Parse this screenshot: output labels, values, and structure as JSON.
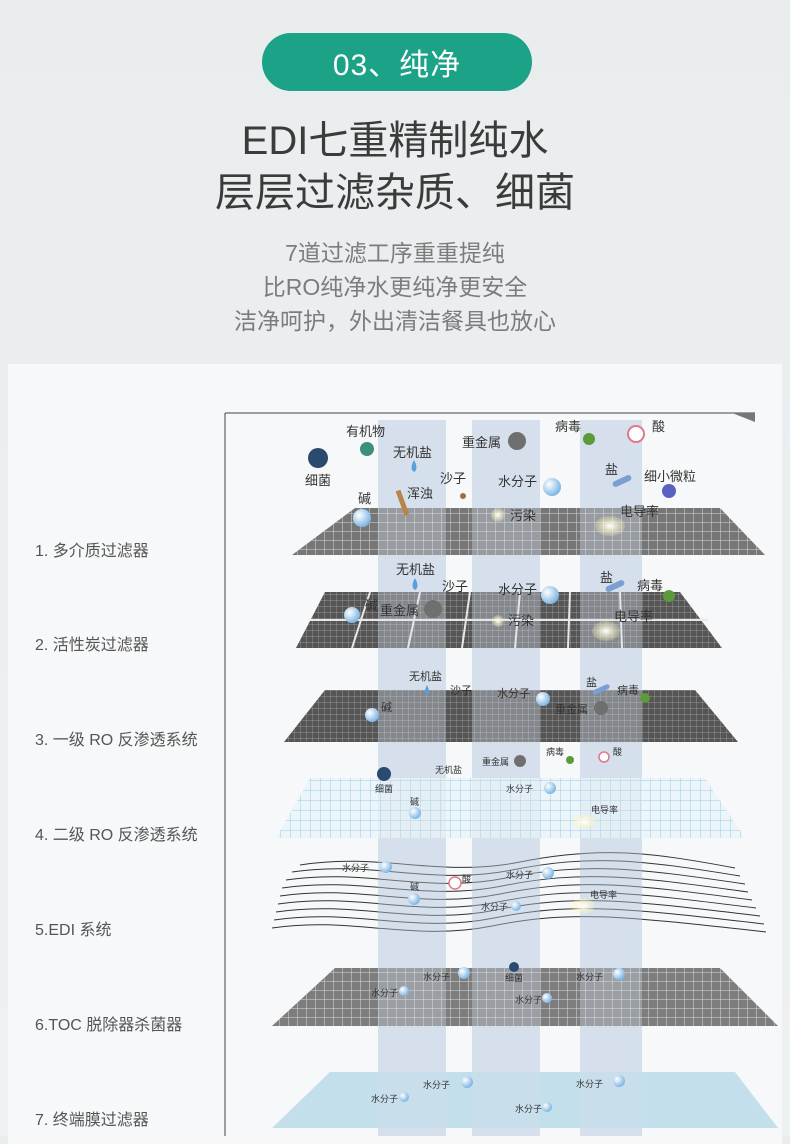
{
  "badge": "03、纯净",
  "headline": [
    "EDI七重精制纯水",
    "层层过滤杂质、细菌"
  ],
  "subtitle": [
    "7道过滤工序重重提纯",
    "比RO纯净水更纯净更安全",
    "洁净呵护，外出清洁餐具也放心"
  ],
  "steps": [
    "1. 多介质过滤器",
    "2. 活性炭过滤器",
    "3. 一级 RO 反渗透系统",
    "4. 二级 RO 反渗透系统",
    "5.EDI 系统",
    "6.TOC 脱除器杀菌器",
    "7. 终端膜过滤器"
  ],
  "particles": {
    "l0": [
      "有机物",
      "细菌",
      "无机盐",
      "重金属",
      "病毒",
      "酸",
      "碱",
      "浑浊",
      "沙子",
      "水分子",
      "盐",
      "细小微粒",
      "污染",
      "电导率"
    ],
    "l1": [
      "无机盐",
      "沙子",
      "水分子",
      "盐",
      "病毒",
      "碱",
      "重金属",
      "污染",
      "电导率"
    ],
    "l2": [
      "无机盐",
      "沙子",
      "水分子",
      "盐",
      "病毒",
      "碱",
      "重金属"
    ],
    "l3": [
      "重金属",
      "病毒",
      "酸",
      "无机盐",
      "细菌",
      "水分子",
      "碱",
      "电导率"
    ],
    "l4": [
      "水分子",
      "碱",
      "酸",
      "水分子",
      "水分子",
      "电导率"
    ],
    "l5": [
      "水分子",
      "细菌",
      "水分子",
      "水分子",
      "水分子"
    ],
    "l6": [
      "水分子",
      "水分子",
      "水分子",
      "水分子"
    ]
  },
  "colors": {
    "brand_green": "#1ba287",
    "beam": "#c7d6e6",
    "ro_grid": "#8fc7dd",
    "final_membrane": "#bcdbe9"
  }
}
